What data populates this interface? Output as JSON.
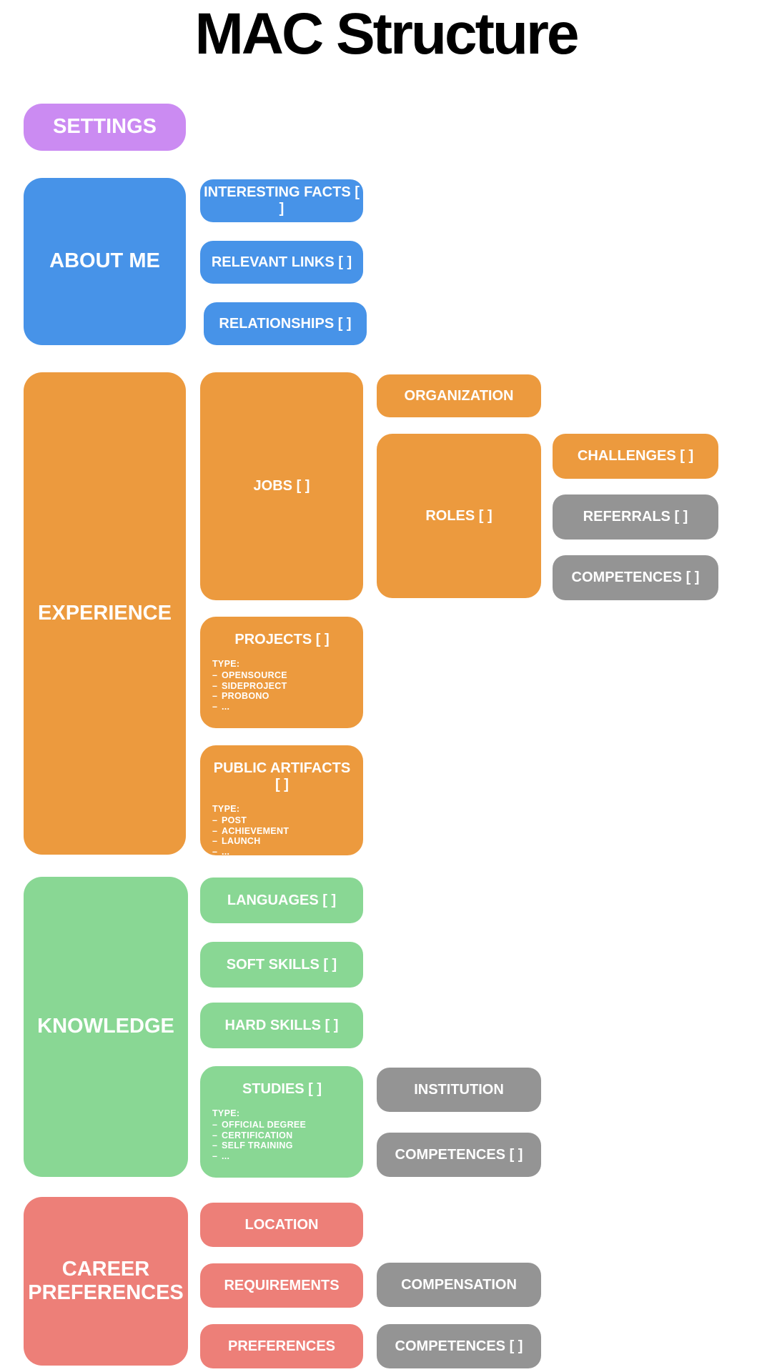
{
  "title": "MAC Structure",
  "colors": {
    "purple": "#cb8bf2",
    "blue": "#4793e8",
    "orange": "#ec9a3e",
    "green": "#89d794",
    "salmon": "#ed7f78",
    "gray": "#949494",
    "node_text": "#ffffff",
    "title_text": "#000000"
  },
  "nodes": {
    "settings": {
      "label": "SETTINGS"
    },
    "about_me": {
      "label": "ABOUT ME",
      "interesting_facts": {
        "label": "INTERESTING FACTS [ ]"
      },
      "relevant_links": {
        "label": "RELEVANT LINKS [ ]"
      },
      "relationships": {
        "label": "RELATIONSHIPS [ ]"
      }
    },
    "experience": {
      "label": "EXPERIENCE",
      "jobs": {
        "label": "JOBS [ ]",
        "organization": {
          "label": "ORGANIZATION"
        },
        "roles": {
          "label": "ROLES [ ]",
          "challenges": {
            "label": "CHALLENGES [ ]"
          },
          "referrals": {
            "label": "REFERRALS [ ]"
          },
          "competences": {
            "label": "COMPETENCES [ ]"
          }
        }
      },
      "projects": {
        "label": "PROJECTS [ ]",
        "type_heading": "TYPE:",
        "types": [
          "OPENSOURCE",
          "SIDEPROJECT",
          "PROBONO",
          "..."
        ]
      },
      "public_artifacts": {
        "label": "PUBLIC ARTIFACTS [ ]",
        "type_heading": "TYPE:",
        "types": [
          "POST",
          "ACHIEVEMENT",
          "LAUNCH",
          "..."
        ]
      }
    },
    "knowledge": {
      "label": "KNOWLEDGE",
      "languages": {
        "label": "LANGUAGES [ ]"
      },
      "soft_skills": {
        "label": "SOFT SKILLS [ ]"
      },
      "hard_skills": {
        "label": "HARD SKILLS [ ]"
      },
      "studies": {
        "label": "STUDIES [ ]",
        "type_heading": "TYPE:",
        "types": [
          "OFFICIAL DEGREE",
          "CERTIFICATION",
          "SELF TRAINING",
          "..."
        ],
        "institution": {
          "label": "INSTITUTION"
        },
        "competences": {
          "label": "COMPETENCES [ ]"
        }
      }
    },
    "career_preferences": {
      "label": "CAREER PREFERENCES",
      "location": {
        "label": "LOCATION"
      },
      "requirements": {
        "label": "REQUIREMENTS",
        "compensation": {
          "label": "COMPENSATION"
        },
        "competences": {
          "label": "COMPETENCES [ ]"
        }
      },
      "preferences": {
        "label": "PREFERENCES"
      }
    }
  }
}
